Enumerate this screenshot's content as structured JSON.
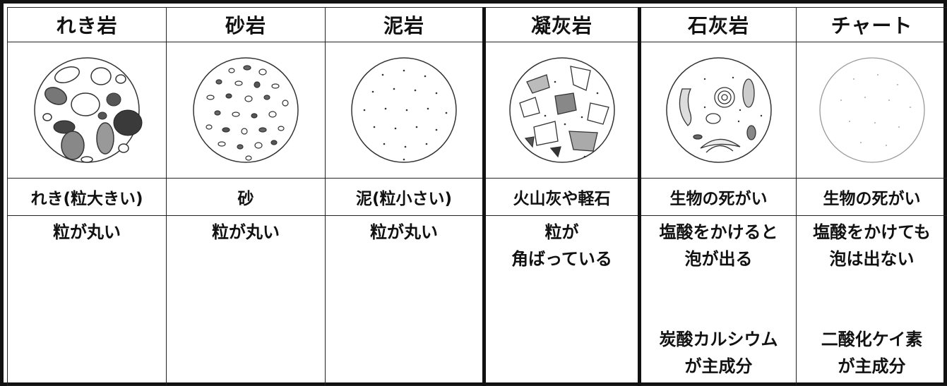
{
  "columns": [
    {
      "name": "れき岩",
      "label": "れき(粒大きい)",
      "desc": [
        "粒が丸い"
      ],
      "note": []
    },
    {
      "name": "砂岩",
      "label": "砂",
      "desc": [
        "粒が丸い"
      ],
      "note": []
    },
    {
      "name": "泥岩",
      "label": "泥(粒小さい)",
      "desc": [
        "粒が丸い"
      ],
      "note": []
    },
    {
      "name": "凝灰岩",
      "label": "火山灰や軽石",
      "desc": [
        "粒が",
        "角ばっている"
      ],
      "note": []
    },
    {
      "name": "石灰岩",
      "label": "生物の死がい",
      "desc": [
        "塩酸をかけると",
        "泡が出る"
      ],
      "note": [
        "炭酸カルシウム",
        "が主成分"
      ]
    },
    {
      "name": "チャート",
      "label": "生物の死がい",
      "desc": [
        "塩酸をかけても",
        "泡は出ない"
      ],
      "note": [
        "二酸化ケイ素",
        "が主成分"
      ]
    }
  ]
}
